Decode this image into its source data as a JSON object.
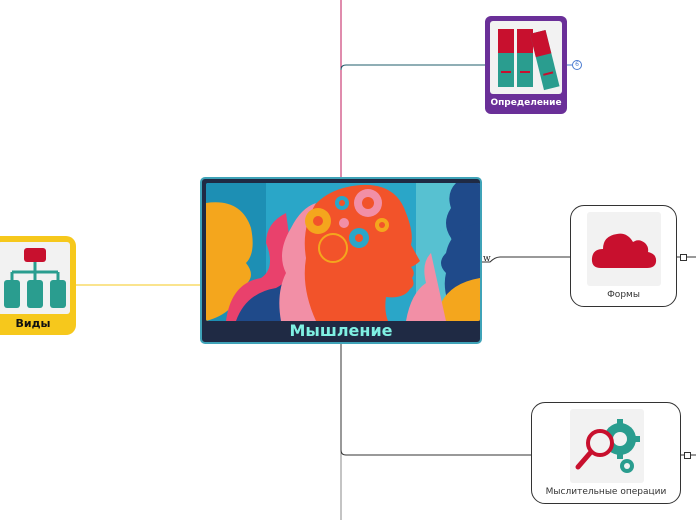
{
  "center": {
    "title": "Мышление"
  },
  "nodes": {
    "definition": {
      "label": "Определение",
      "badge": "6"
    },
    "forms": {
      "label": "Формы"
    },
    "operations": {
      "label": "Мыслительные операции"
    },
    "types": {
      "label": "Виды"
    }
  },
  "connector_mark": "w",
  "colors": {
    "center_bg": "#1f2a44",
    "center_title": "#7ff0e3",
    "definition_bg": "#6a2f98",
    "types_bg": "#f6c81c",
    "accent_red": "#c8102e",
    "accent_teal": "#2a9d8f"
  },
  "icons": {
    "definition": "books-icon",
    "forms": "cloud-icon",
    "operations": "magnifier-gears-icon",
    "types": "hierarchy-icon",
    "center": "head-gears-illustration"
  }
}
